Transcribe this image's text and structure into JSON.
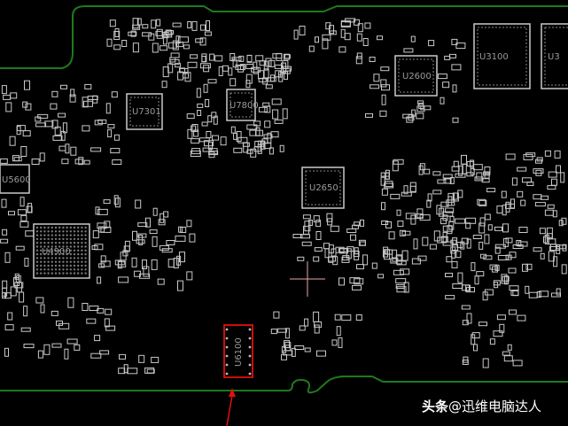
{
  "board": {
    "background": "#000000",
    "outline_color": "#1e7a1e",
    "component_color": "#c9c9c9",
    "label_color": "#9a9a9a",
    "highlight_color": "#e01010",
    "cursor_color": "#e8a8a8"
  },
  "components": {
    "u3100": "U3100",
    "u3100b": "U3",
    "u2600": "U2600",
    "u7301": "U7301",
    "u7800": "U7800",
    "u5600": "U5600",
    "u2650": "U2650",
    "u4900": "U4900",
    "u6100": "U6100"
  },
  "watermark": {
    "brand": "头条",
    "handle": "@迅维电脑达人"
  }
}
